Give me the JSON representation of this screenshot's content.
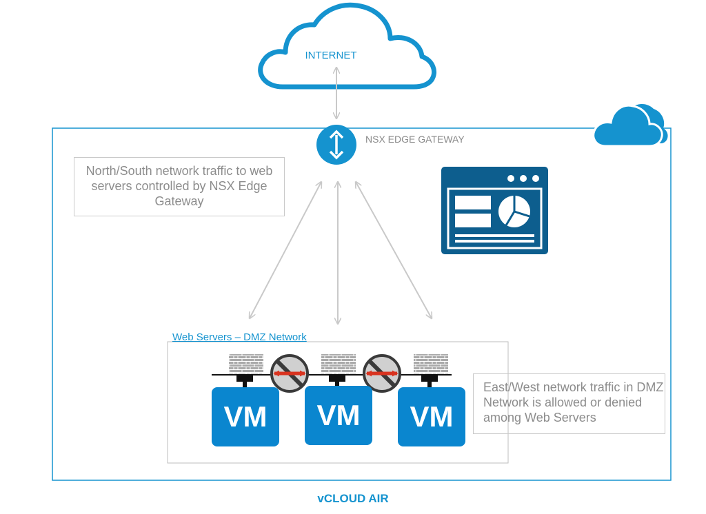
{
  "internet_label": "INTERNET",
  "gateway_label": "NSX EDGE GATEWAY",
  "north_south_note": "North/South network traffic to web servers controlled by NSX Edge Gateway",
  "east_west_note": "East/West network traffic in DMZ Network is allowed or denied among Web Servers",
  "dmz_network_label": "Web Servers – DMZ Network",
  "vm_labels": [
    "VM",
    "VM",
    "VM"
  ],
  "footer_label": "vCLOUD AIR",
  "colors": {
    "accent": "#1593cf",
    "vm_fill": "#0a86cf",
    "dashboard_fill": "#0d5e8e",
    "note_text": "#8c8c8c",
    "blocked_arrow": "#d9331f"
  },
  "icons": [
    "cloud-icon",
    "vertical-arrows-icon",
    "dashboard-icon",
    "firewall-icon",
    "no-entry-icon"
  ]
}
